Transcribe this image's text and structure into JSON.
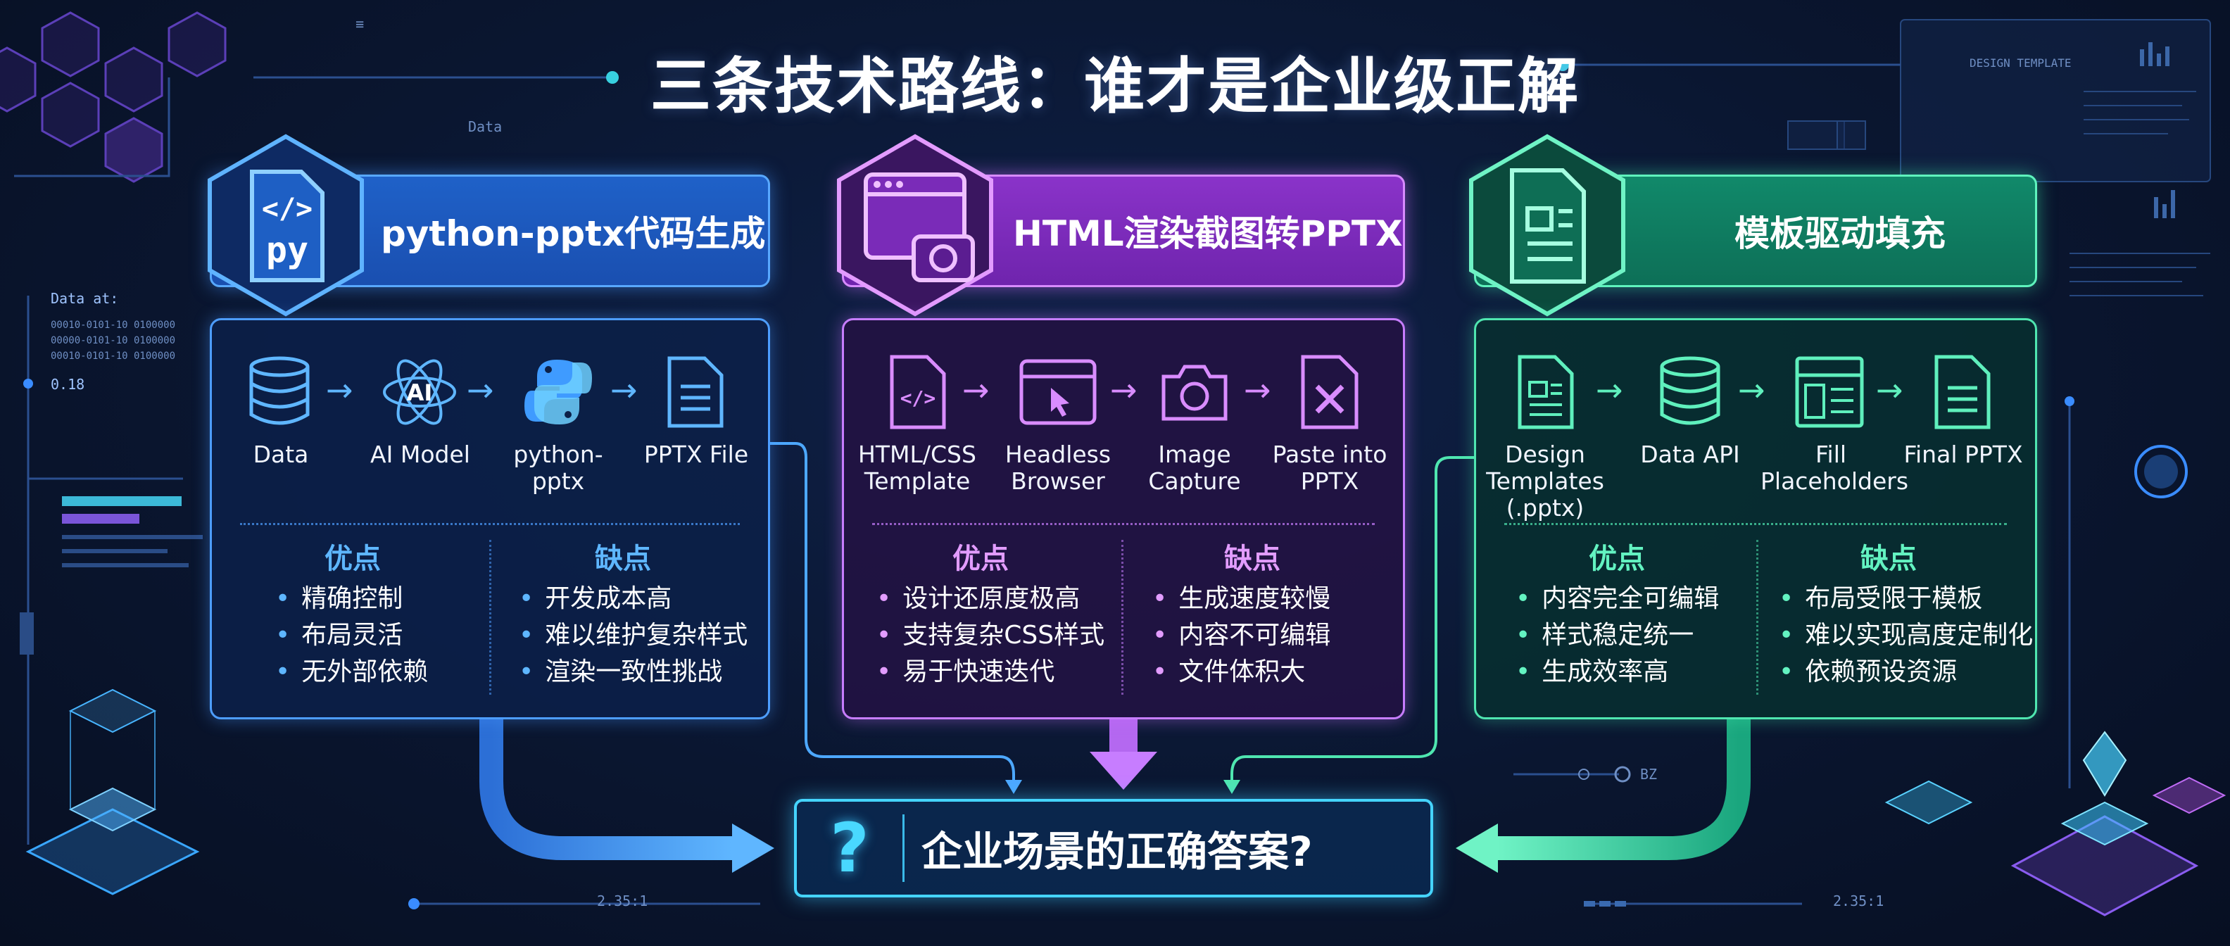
{
  "title": "三条技术路线：谁才是企业级正解",
  "hud": {
    "data": "Data",
    "data_at": "Data at:",
    "bin1": "00010-0101-10   0100000",
    "bin2": "00000-0101-10   0100000",
    "bin3": "00010-0101-10   0100000",
    "val": "0.18",
    "ratio_left": "2.35:1",
    "ratio_right": "2.35:1",
    "design_template": "DESIGN TEMPLATE",
    "bz": "BZ"
  },
  "routes": [
    {
      "id": "pptx",
      "header": "python-pptx代码生成",
      "icon_text": "py",
      "accent": "#4d9dff",
      "steps": [
        "Data",
        "AI Model",
        "python-pptx",
        "PPTX File"
      ],
      "pros_label": "优点",
      "cons_label": "缺点",
      "pros": [
        "精确控制",
        "布局灵活",
        "无外部依赖"
      ],
      "cons": [
        "开发成本高",
        "难以维护复杂样式",
        "渲染一致性挑战"
      ]
    },
    {
      "id": "html",
      "header": "HTML渲染截图转PPTX",
      "accent": "#c77dff",
      "steps": [
        "HTML/CSS\nTemplate",
        "Headless\nBrowser",
        "Image\nCapture",
        "Paste into\nPPTX"
      ],
      "pros_label": "优点",
      "cons_label": "缺点",
      "pros": [
        "设计还原度极高",
        "支持复杂CSS样式",
        "易于快速迭代"
      ],
      "cons": [
        "生成速度较慢",
        "内容不可编辑",
        "文件体积大"
      ]
    },
    {
      "id": "template",
      "header": "模板驱动填充",
      "accent": "#4fe6b0",
      "steps": [
        "Design\nTemplates\n(.pptx)",
        "Data API",
        "Fill\nPlaceholders",
        "Final PPTX"
      ],
      "pros_label": "优点",
      "cons_label": "缺点",
      "pros": [
        "内容完全可编辑",
        "样式稳定统一",
        "生成效率高"
      ],
      "cons": [
        "布局受限于模板",
        "难以实现高度定制化",
        "依赖预设资源"
      ]
    }
  ],
  "answer": {
    "mark": "?",
    "text": "企业场景的正确答案?"
  },
  "colors": {
    "blue": "#4d9dff",
    "purple": "#c77dff",
    "green": "#4fe6b0",
    "cyan": "#45d4ff"
  }
}
